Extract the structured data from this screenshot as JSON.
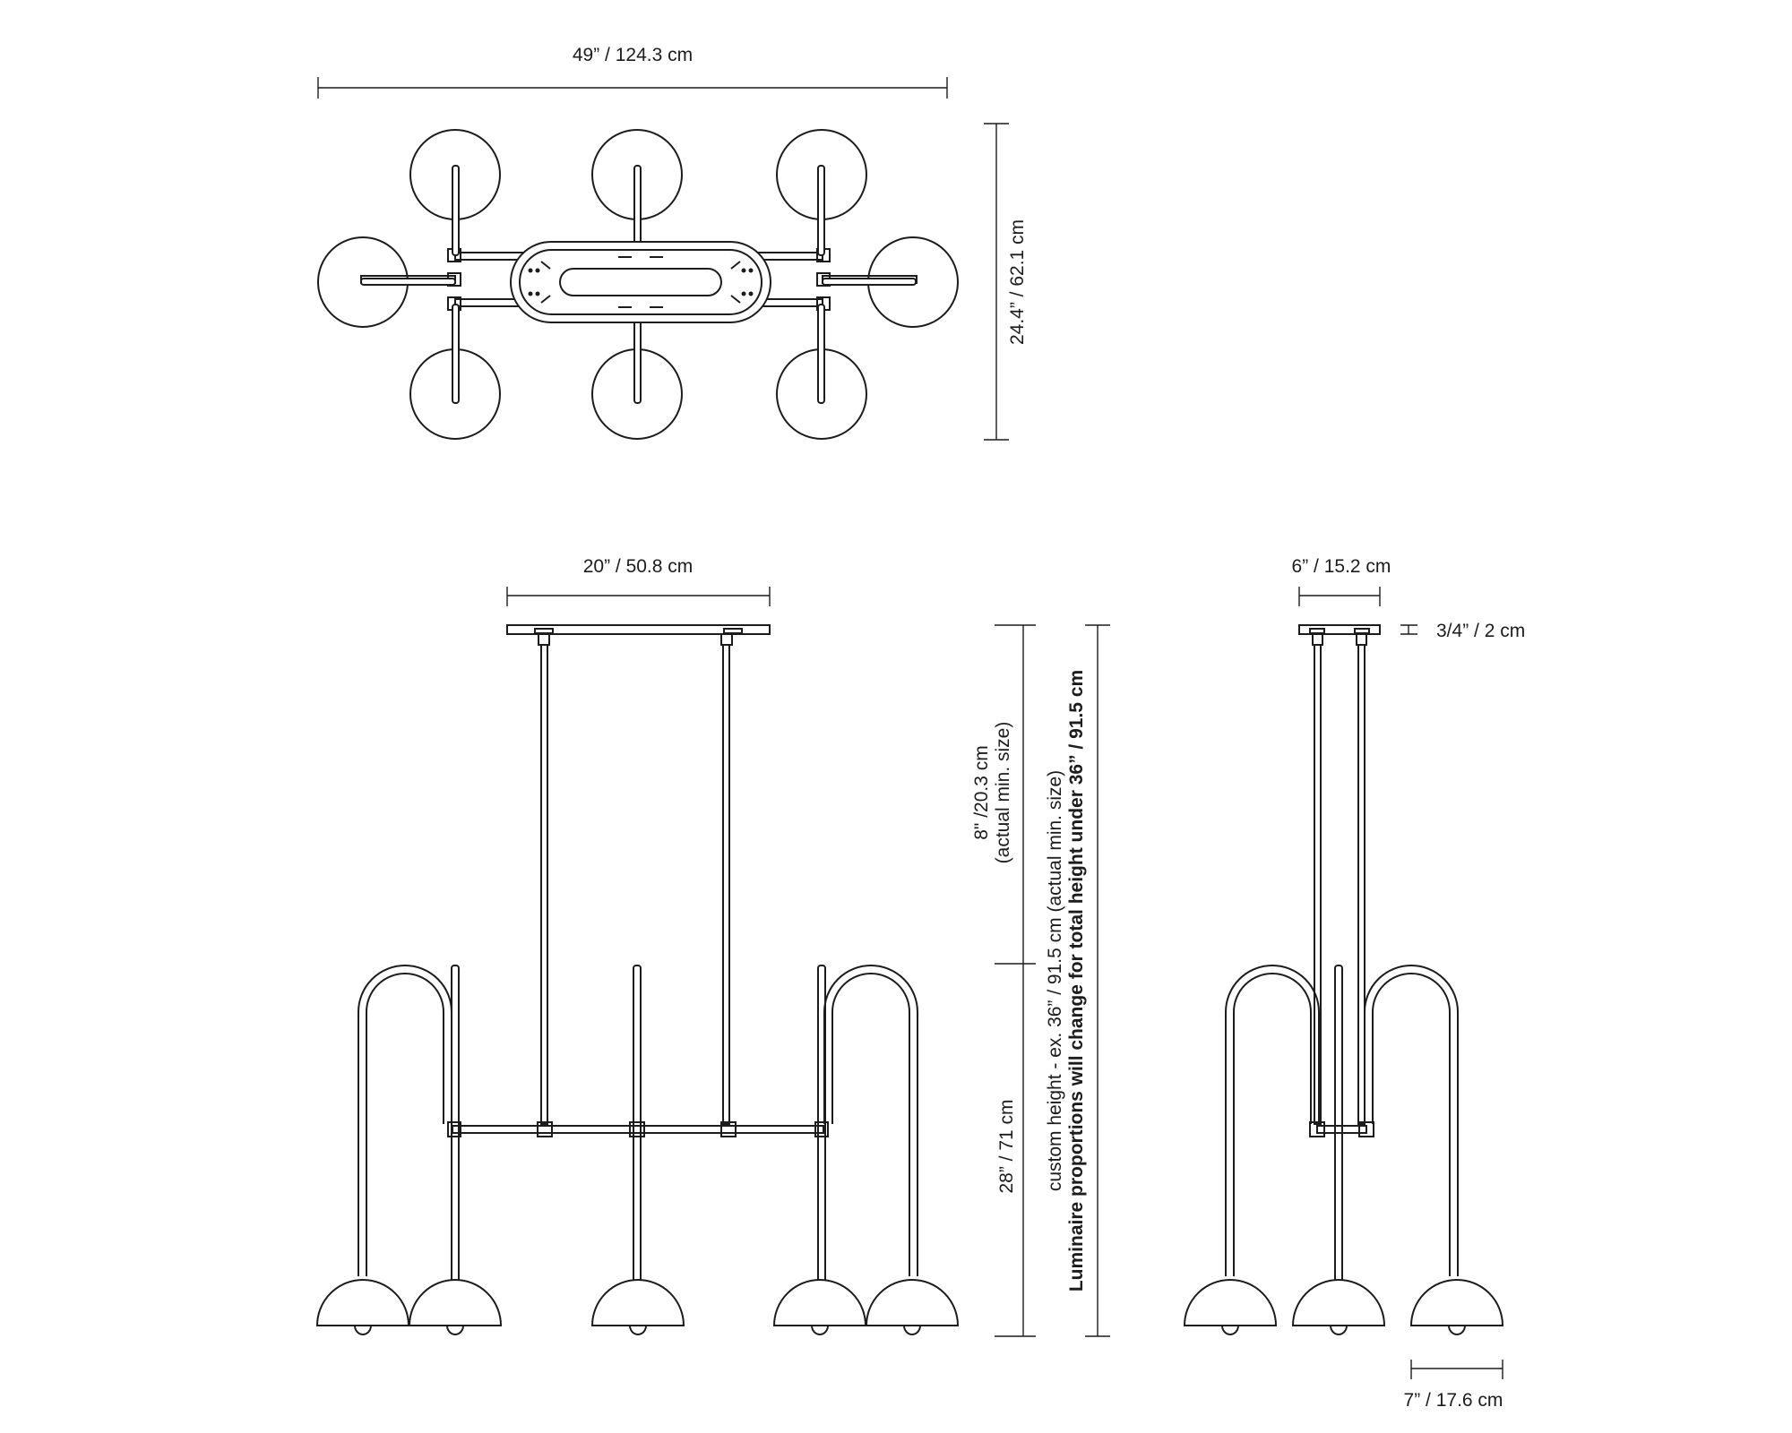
{
  "colors": {
    "line": "#1c1c1c",
    "background": "#ffffff"
  },
  "top_view": {
    "width_label": "49” / 124.3 cm",
    "depth_label": "24.4” / 62.1 cm"
  },
  "front_view": {
    "canopy_label": "20” / 50.8 cm",
    "stem_label_line1": "8\" /20.3 cm",
    "stem_label_line2": "(actual min. size)",
    "body_label": "28” / 71 cm",
    "total_label_line1": "custom height - ex. 36” / 91.5 cm (actual min. size)",
    "total_label_line2": "Luminaire proportions will change for total height under  36” / 91.5 cm"
  },
  "side_view": {
    "canopy_label": "6” / 15.2  cm",
    "canopy_thickness_label": "3/4” / 2 cm",
    "shade_label": "7” / 17.6 cm"
  }
}
